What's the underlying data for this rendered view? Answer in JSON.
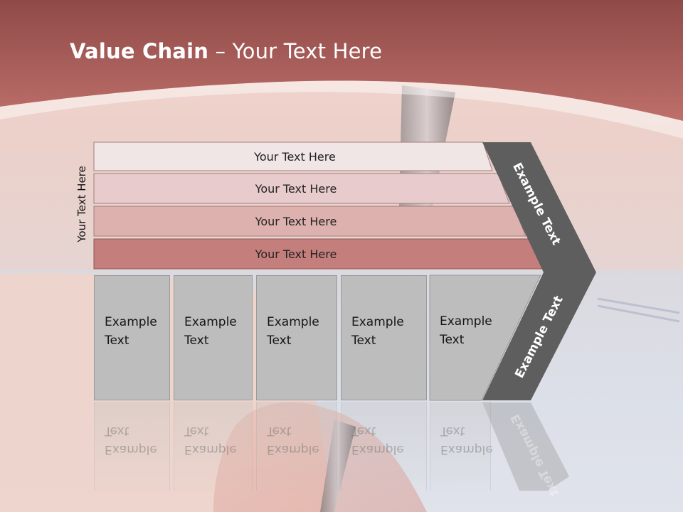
{
  "slide": {
    "title_bold": "Value Chain",
    "title_rest": " – Your Text Here",
    "vertical_label": "Your Text Here",
    "bars": [
      {
        "label": "Your Text Here"
      },
      {
        "label": "Your Text Here"
      },
      {
        "label": "Your Text Here"
      },
      {
        "label": "Your Text Here"
      }
    ],
    "boxes": [
      {
        "line1": "Example",
        "line2": "Text"
      },
      {
        "line1": "Example",
        "line2": "Text"
      },
      {
        "line1": "Example",
        "line2": "Text"
      },
      {
        "line1": "Example",
        "line2": "Text"
      },
      {
        "line1": "Example",
        "line2": "Text"
      }
    ],
    "chevron_top_label": "Example Text",
    "chevron_bottom_label": "Example Text",
    "colors": {
      "title_band": "#a85a57",
      "bar1": "#f1e6e6",
      "bar2": "#e8cbcc",
      "bar3": "#ddb1ae",
      "bar4": "#c47e7b",
      "box": "#bdbdbd",
      "chevron": "#5e5e5e"
    }
  }
}
